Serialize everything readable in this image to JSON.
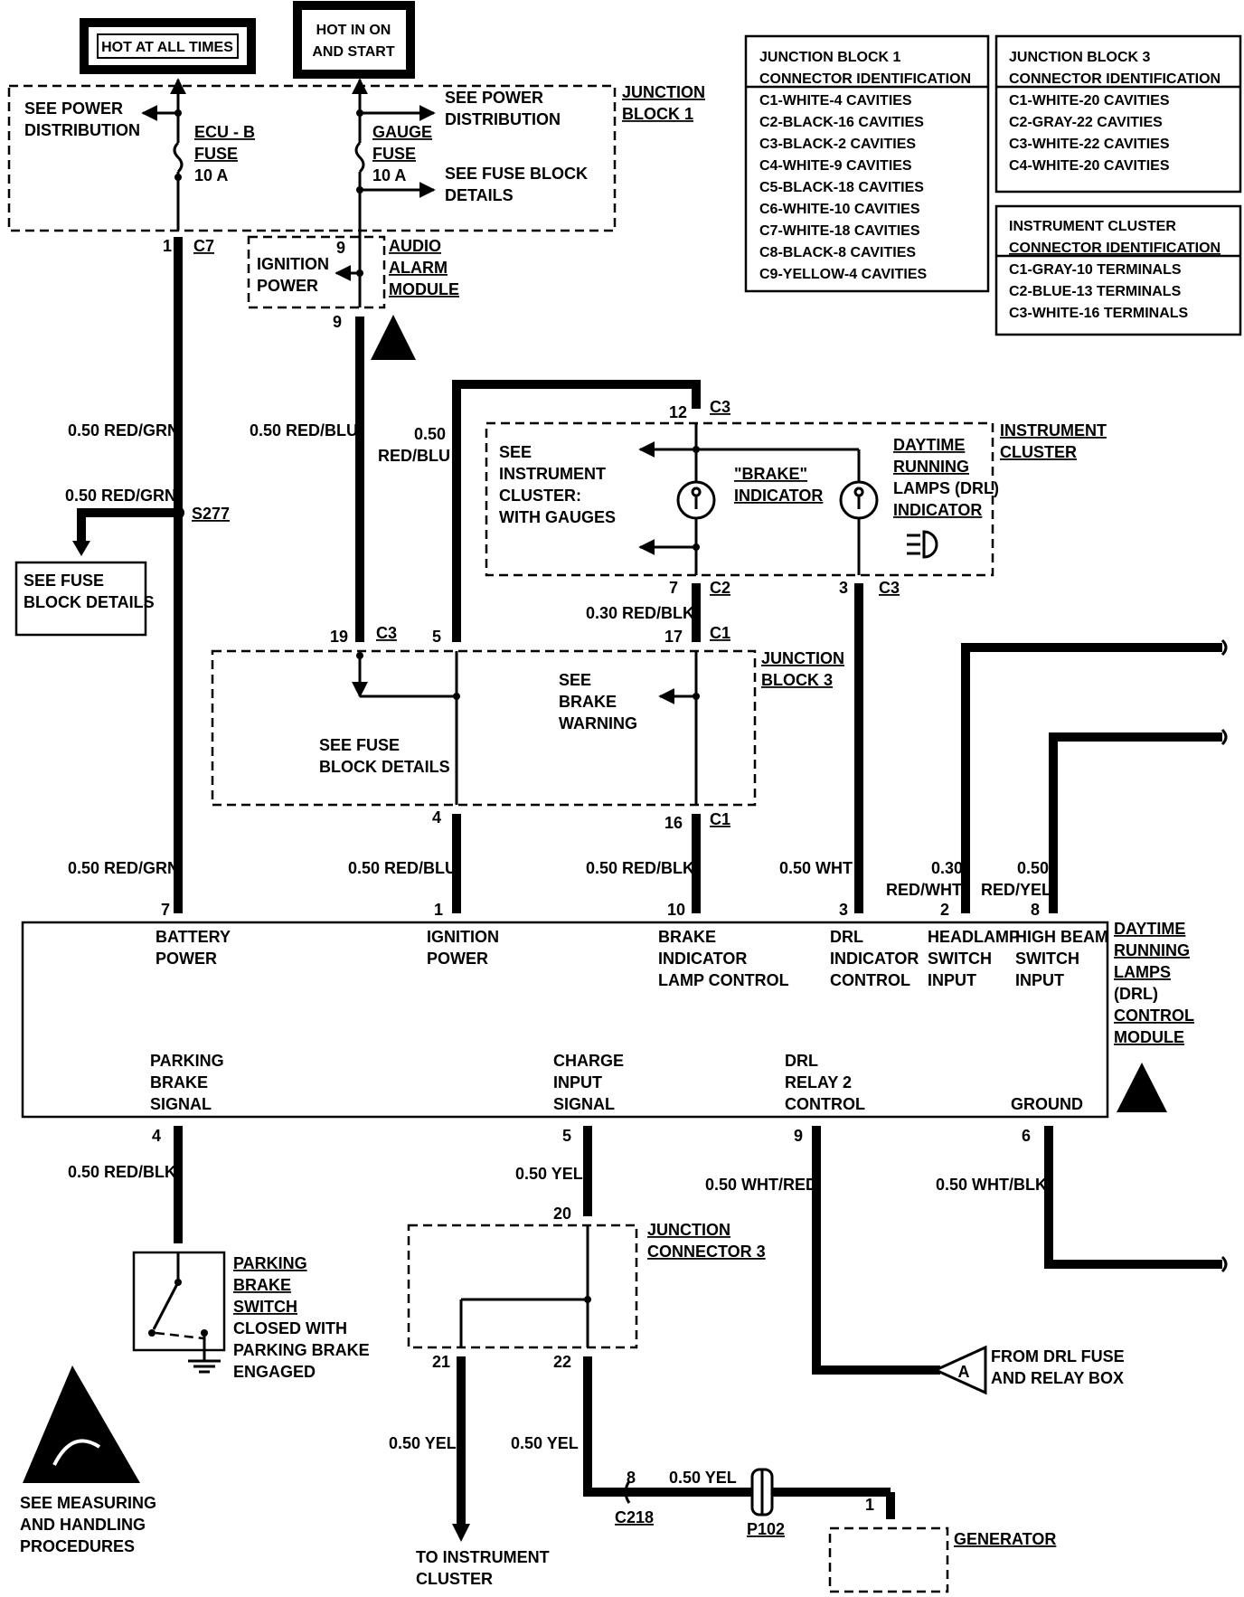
{
  "power": {
    "hot_all_times": "HOT AT ALL TIMES",
    "hot_on_start": [
      "HOT IN ON",
      "AND START"
    ]
  },
  "junction_block_1": {
    "title": [
      "JUNCTION",
      "BLOCK 1"
    ],
    "see_power_left": [
      "SEE POWER",
      "DISTRIBUTION"
    ],
    "see_power_right": [
      "SEE POWER",
      "DISTRIBUTION"
    ],
    "see_fuse_block": [
      "SEE FUSE BLOCK",
      "DETAILS"
    ],
    "fuse1": [
      "ECU - B",
      "FUSE",
      "10 A"
    ],
    "fuse2": [
      "GAUGE",
      "FUSE",
      "10 A"
    ]
  },
  "jb1_table": {
    "title": [
      "JUNCTION BLOCK 1",
      "CONNECTOR IDENTIFICATION"
    ],
    "rows": [
      "C1-WHITE-4 CAVITIES",
      "C2-BLACK-16 CAVITIES",
      "C3-BLACK-2 CAVITIES",
      "C4-WHITE-9 CAVITIES",
      "C5-BLACK-18 CAVITIES",
      "C6-WHITE-10 CAVITIES",
      "C7-WHITE-18 CAVITIES",
      "C8-BLACK-8 CAVITIES",
      "C9-YELLOW-4 CAVITIES"
    ]
  },
  "jb3_table": {
    "title": [
      "JUNCTION BLOCK 3",
      "CONNECTOR IDENTIFICATION"
    ],
    "rows": [
      "C1-WHITE-20 CAVITIES",
      "C2-GRAY-22 CAVITIES",
      "C3-WHITE-22 CAVITIES",
      "C4-WHITE-20 CAVITIES"
    ]
  },
  "ic_table": {
    "title": [
      "INSTRUMENT CLUSTER",
      "CONNECTOR IDENTIFICATION"
    ],
    "rows": [
      "C1-GRAY-10 TERMINALS",
      "C2-BLUE-13 TERMINALS",
      "C3-WHITE-16 TERMINALS"
    ]
  },
  "audio_alarm": {
    "title": [
      "AUDIO",
      "ALARM",
      "MODULE"
    ],
    "label": [
      "IGNITION",
      "POWER"
    ],
    "pin_in": "9",
    "pin_out": "9"
  },
  "wires": {
    "red_grn_1": "0.50 RED/GRN",
    "red_blu_1": "0.50 RED/BLU",
    "red_blu_2": [
      "0.50",
      "RED/BLU"
    ],
    "red_grn_splice": "0.50 RED/GRN",
    "splice": "S277",
    "red_blk_030": "0.30 RED/BLK",
    "red_grn_2": "0.50 RED/GRN",
    "red_blu_3": "0.50 RED/BLU",
    "red_blk_050": "0.50 RED/BLK",
    "wht": "0.50 WHT",
    "red_wht": [
      "0.30",
      "RED/WHT"
    ],
    "red_yel": [
      "0.50",
      "RED/YEL"
    ],
    "red_blk_park": "0.50 RED/BLK",
    "yel_1": "0.50 YEL",
    "wht_red": "0.50 WHT/RED",
    "wht_blk": "0.50 WHT/BLK",
    "yel_2": "0.50 YEL",
    "yel_3": "0.50 YEL",
    "yel_4": "0.50 YEL"
  },
  "see_fuse_block_details": [
    "SEE FUSE",
    "BLOCK DETAILS"
  ],
  "instrument_cluster": {
    "title": [
      "INSTRUMENT",
      "CLUSTER"
    ],
    "see": [
      "SEE",
      "INSTRUMENT",
      "CLUSTER:",
      "WITH GAUGES"
    ],
    "brake_indicator": [
      "\"BRAKE\"",
      "INDICATOR"
    ],
    "drl_indicator": [
      "DAYTIME",
      "RUNNING",
      "LAMPS (DRL)",
      "INDICATOR"
    ],
    "c3_top_pin": "12",
    "c3_top": "C3",
    "c2_pin": "7",
    "c2": "C2",
    "c3_bot_pin": "3",
    "c3_bot": "C3"
  },
  "junction_block_3": {
    "title": [
      "JUNCTION",
      "BLOCK 3"
    ],
    "see_brake": [
      "SEE",
      "BRAKE",
      "WARNING"
    ],
    "see_fuse": [
      "SEE FUSE",
      "BLOCK DETAILS"
    ],
    "top_pins": [
      "19",
      "C3",
      "5",
      "17",
      "C1"
    ],
    "bot_pins": [
      "4",
      "16",
      "C1"
    ]
  },
  "drl_module": {
    "title": [
      "DAYTIME",
      "RUNNING",
      "LAMPS",
      "(DRL)",
      "CONTROL",
      "MODULE"
    ],
    "top_terms": [
      {
        "pin": "7",
        "label": [
          "BATTERY",
          "POWER"
        ]
      },
      {
        "pin": "1",
        "label": [
          "IGNITION",
          "POWER"
        ]
      },
      {
        "pin": "10",
        "label": [
          "BRAKE",
          "INDICATOR",
          "LAMP CONTROL"
        ]
      },
      {
        "pin": "3",
        "label": [
          "DRL",
          "INDICATOR",
          "CONTROL"
        ]
      },
      {
        "pin": "2",
        "label": [
          "HEADLAMP",
          "SWITCH",
          "INPUT"
        ]
      },
      {
        "pin": "8",
        "label": [
          "HIGH BEAM",
          "SWITCH",
          "INPUT"
        ]
      }
    ],
    "bottom_terms": [
      {
        "pin": "4",
        "label": [
          "PARKING",
          "BRAKE",
          "SIGNAL"
        ]
      },
      {
        "pin": "5",
        "label": [
          "CHARGE",
          "INPUT",
          "SIGNAL"
        ]
      },
      {
        "pin": "9",
        "label": [
          "DRL",
          "RELAY 2",
          "CONTROL"
        ]
      },
      {
        "pin": "6",
        "label": [
          "GROUND"
        ]
      }
    ]
  },
  "parking_brake_switch": [
    "PARKING",
    "BRAKE",
    "SWITCH",
    "CLOSED WITH",
    "PARKING BRAKE",
    "ENGAGED"
  ],
  "junction_connector_3": {
    "title": [
      "JUNCTION",
      "CONNECTOR 3"
    ],
    "pin_in": "20",
    "pin_a": "21",
    "pin_b": "22"
  },
  "from_drl_fuse": [
    "FROM DRL FUSE",
    "AND RELAY BOX"
  ],
  "ref_a": "A",
  "measuring": [
    "SEE MEASURING",
    "AND HANDLING",
    "PROCEDURES"
  ],
  "to_instrument_cluster": [
    "TO INSTRUMENT",
    "CLUSTER"
  ],
  "c218": {
    "pin": "8",
    "label": "C218"
  },
  "p102": "P102",
  "generator": {
    "pin": "1",
    "label": "GENERATOR"
  },
  "connector_c7": {
    "pin": "1",
    "label": "C7"
  },
  "gauge_pin": "9"
}
